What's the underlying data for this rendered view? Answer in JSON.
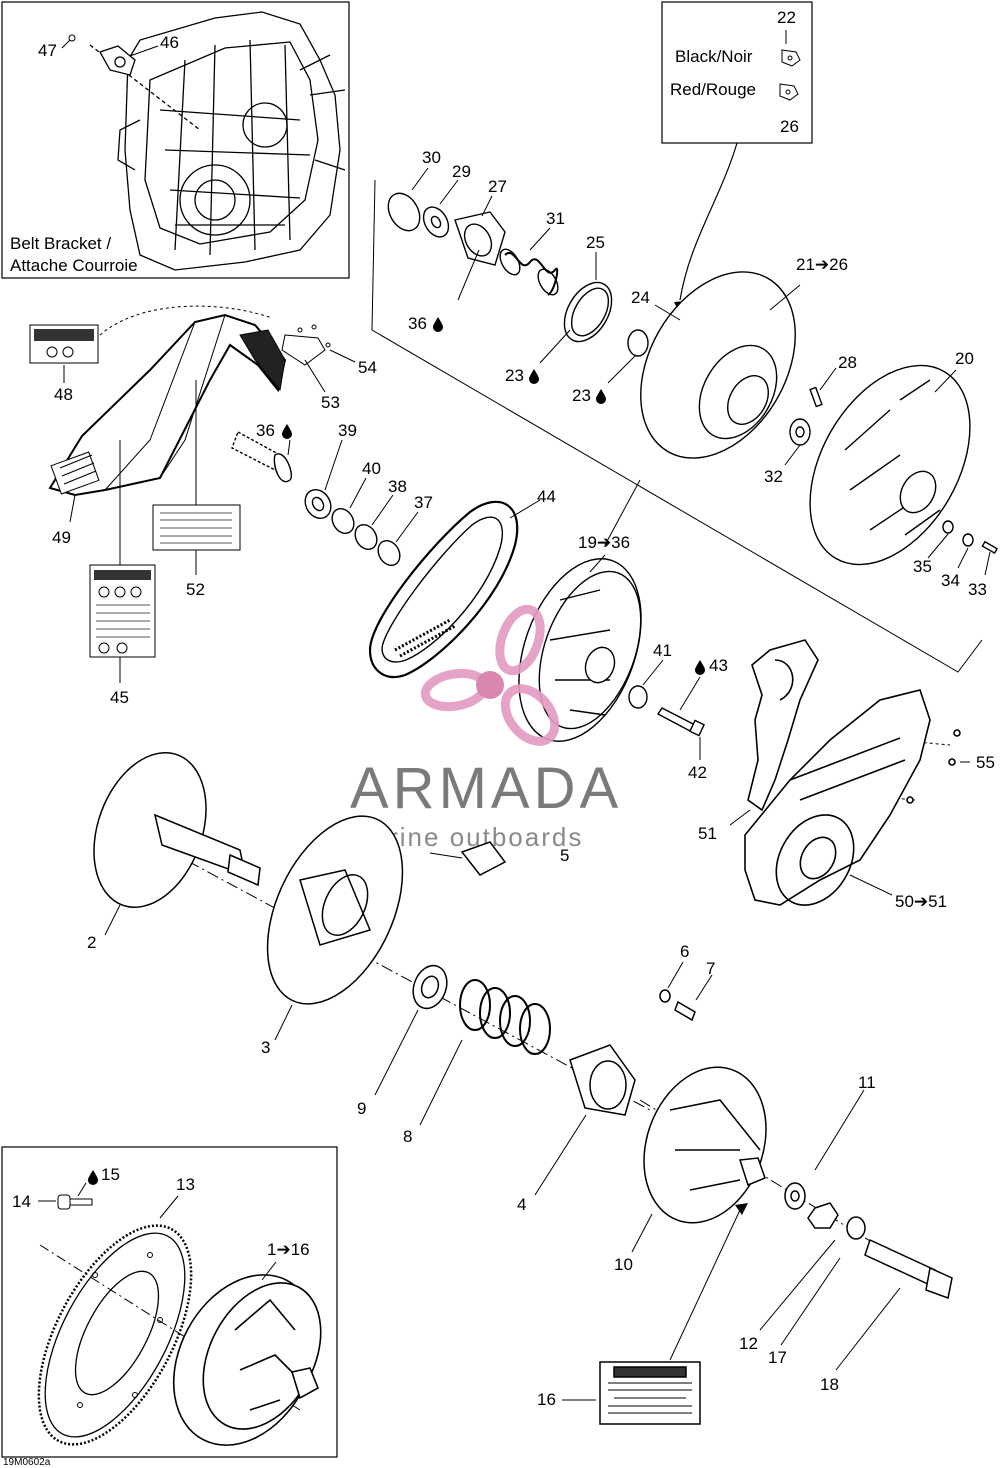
{
  "inset_belt_bracket": {
    "title_line1": "Belt Bracket /",
    "title_line2": "Attache Courroie",
    "callouts": [
      "47",
      "46"
    ]
  },
  "inset_color_legend": {
    "top_number": "22",
    "line1": "Black/Noir",
    "line2": "Red/Rouge",
    "bottom_number": "26"
  },
  "watermark": {
    "brand": "ARMADA",
    "tagline": "marine outboards",
    "colors": {
      "logo_pink": "#e39ac1",
      "logo_dark": "#d57aa9",
      "text_gray": "#7a7a7a"
    }
  },
  "drawing_code": "19M0602a",
  "drop_icon": "lubricant-drop-icon",
  "callouts": {
    "c1_16": "1➔16",
    "c2": "2",
    "c3": "3",
    "c4": "4",
    "c5": "5",
    "c6": "6",
    "c7": "7",
    "c8": "8",
    "c9": "9",
    "c10": "10",
    "c11": "11",
    "c12": "12",
    "c13": "13",
    "c14": "14",
    "c15": "15",
    "c16": "16",
    "c17": "17",
    "c18": "18",
    "c19_36": "19➔36",
    "c20": "20",
    "c21_26": "21➔26",
    "c23a": "23",
    "c23b": "23",
    "c24": "24",
    "c25": "25",
    "c27": "27",
    "c28": "28",
    "c29": "29",
    "c30": "30",
    "c31": "31",
    "c32": "32",
    "c33": "33",
    "c34": "34",
    "c35": "35",
    "c36a": "36",
    "c36b": "36",
    "c37": "37",
    "c38": "38",
    "c39": "39",
    "c40": "40",
    "c41": "41",
    "c42": "42",
    "c43": "43",
    "c44": "44",
    "c45": "45",
    "c48": "48",
    "c49": "49",
    "c50_51": "50➔51",
    "c51": "51",
    "c52": "52",
    "c53": "53",
    "c54": "54",
    "c55": "55"
  }
}
